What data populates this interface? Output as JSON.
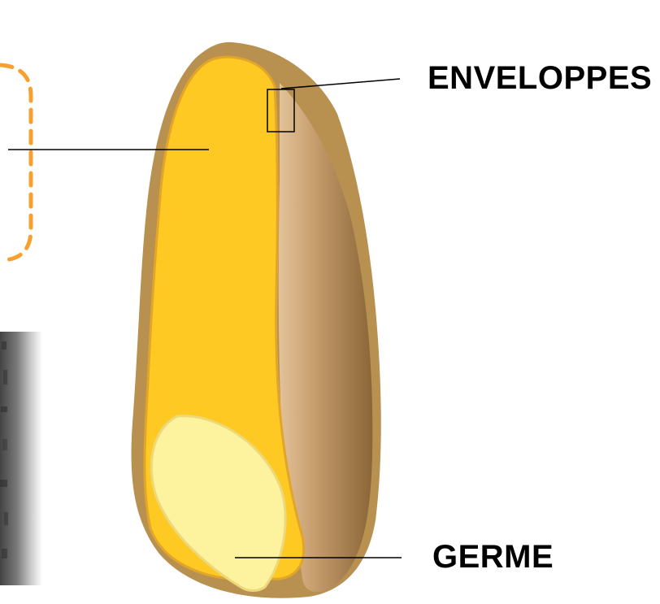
{
  "labels": {
    "enveloppes": "ENVELOPPES",
    "germe": "GERME"
  },
  "colors": {
    "bran_outer": "#B89050",
    "bran_back_dark": "#8E6A3C",
    "bran_back_light": "#D7B589",
    "endosperm": "#FDC922",
    "germ": "#FDF39E",
    "dashed_frame": "#F7A030",
    "leader_line": "#000000"
  },
  "icons": {
    "grain": "wheat-grain-cross-section",
    "left_frame": "dashed-rounded-frame",
    "left_photo": "microscope-photo-fragment"
  }
}
